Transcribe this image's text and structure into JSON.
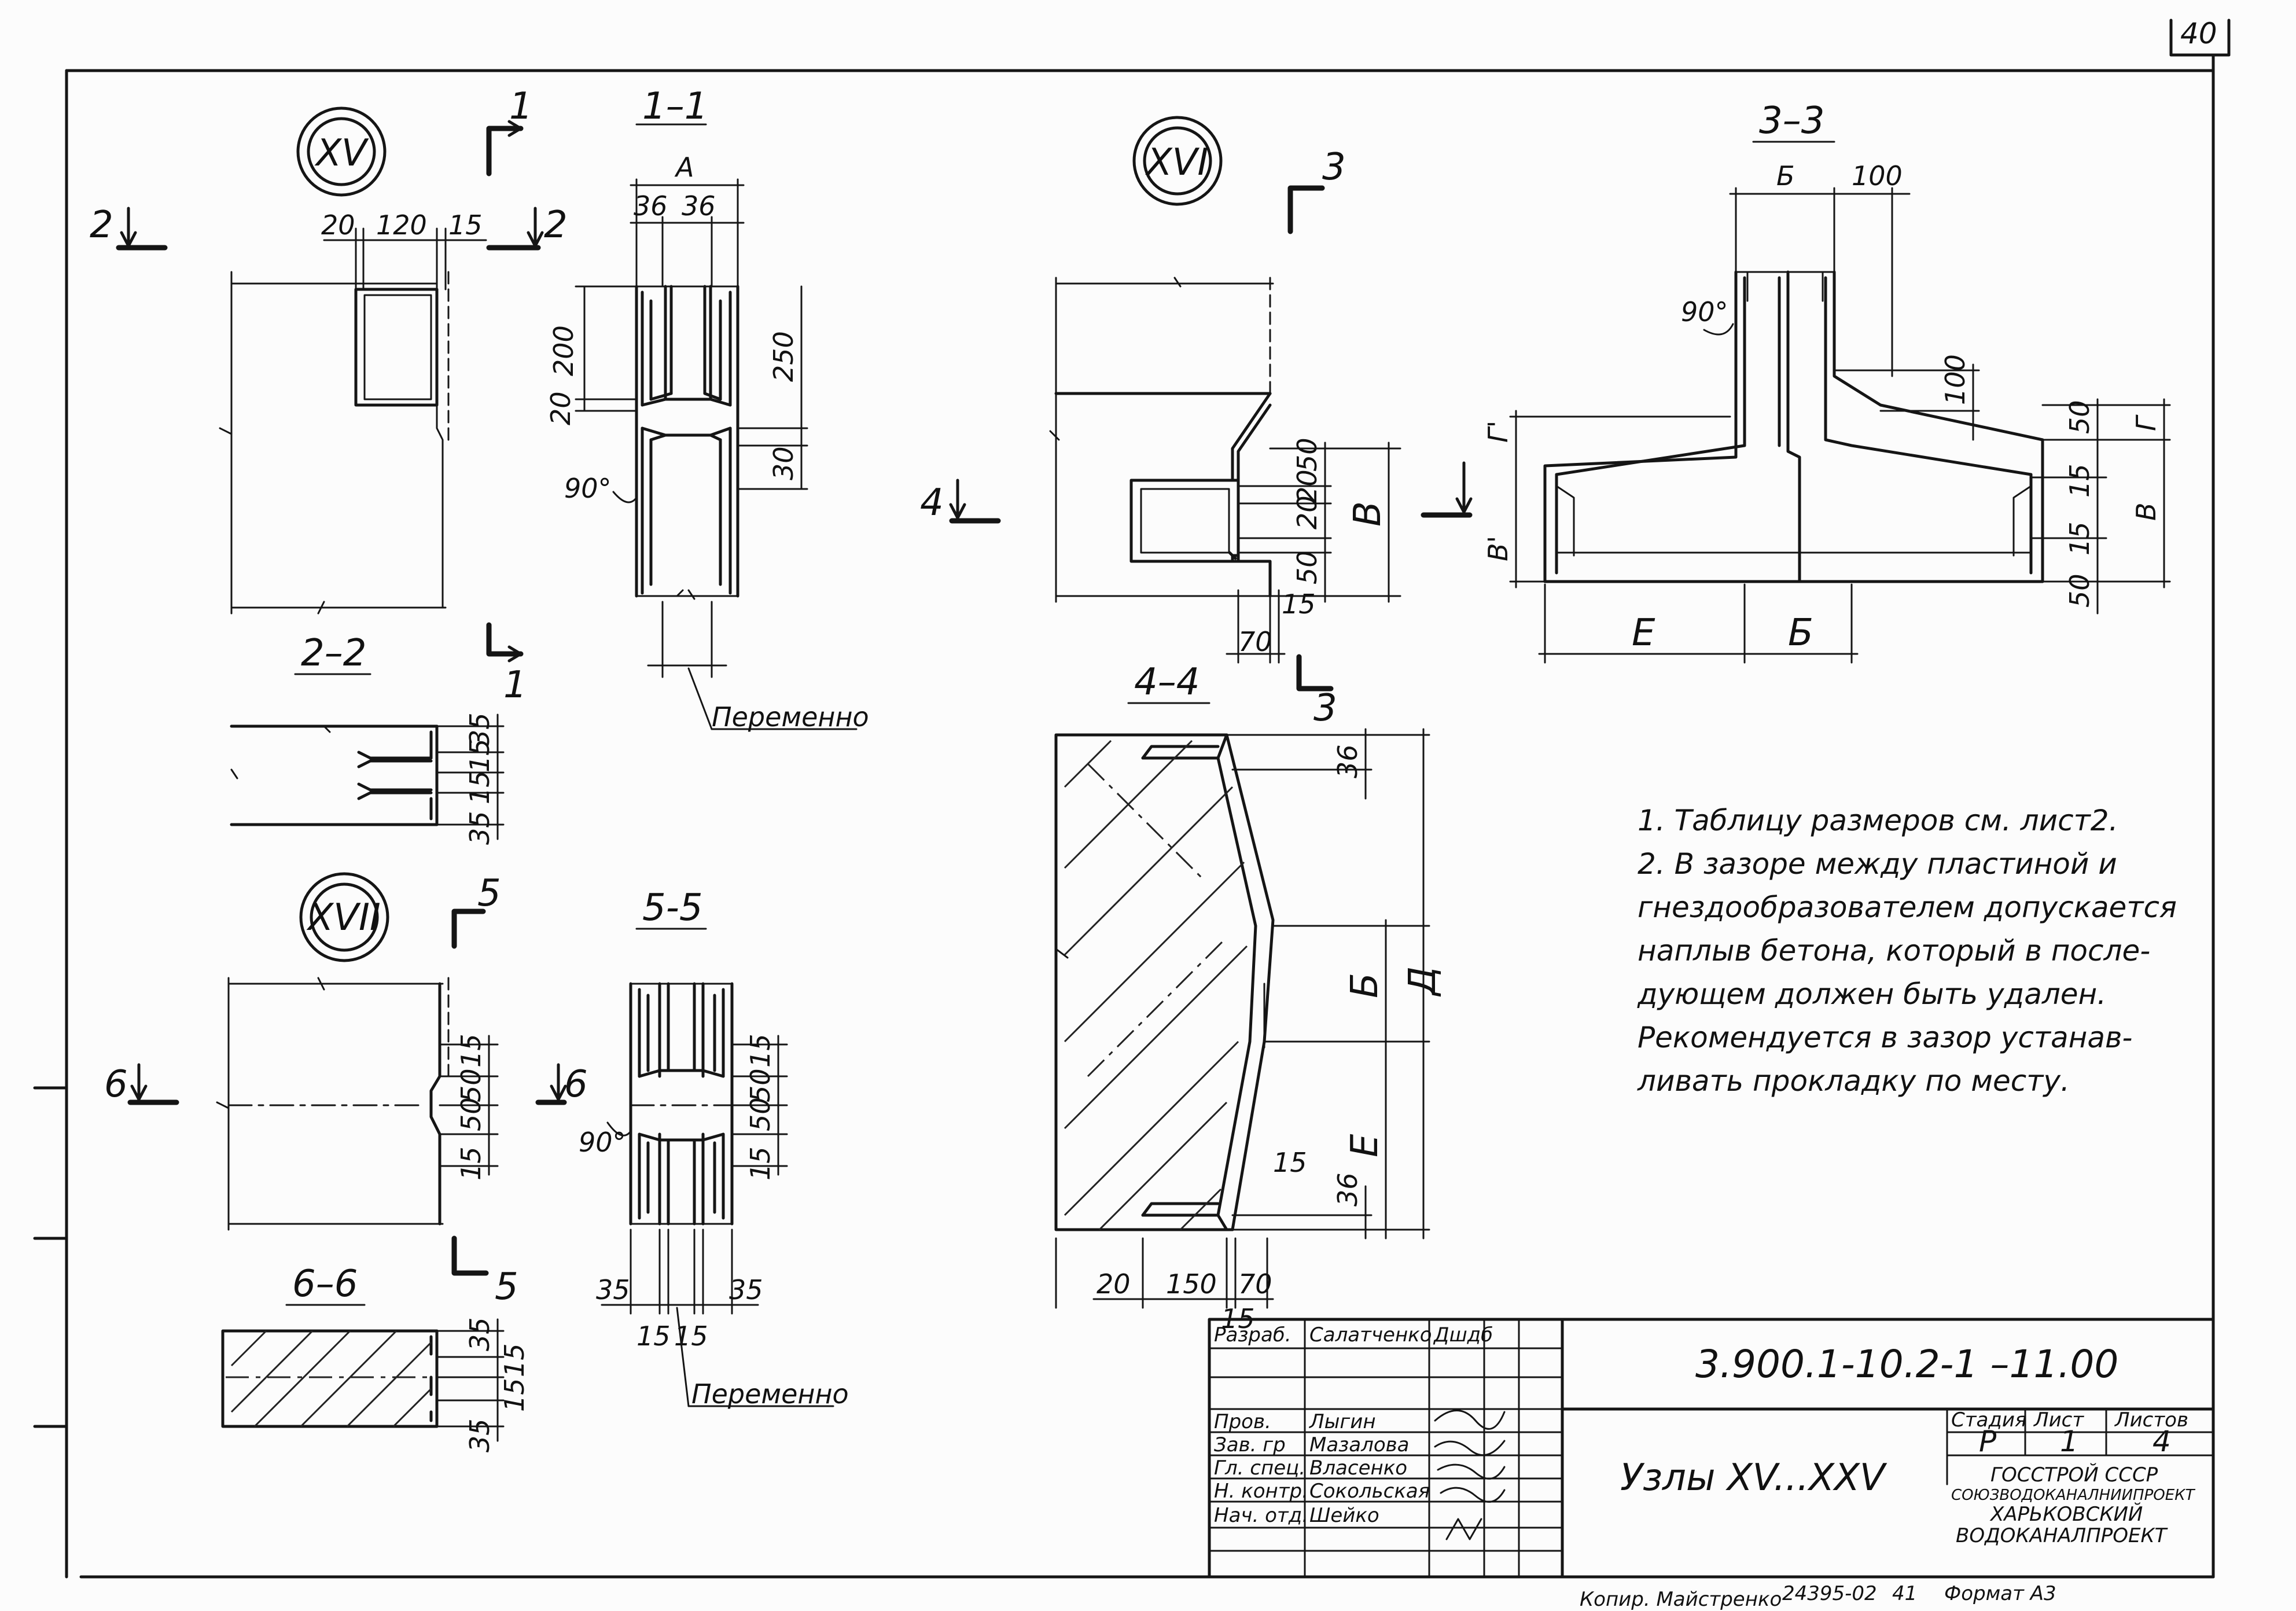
{
  "sheet_number": "40",
  "nodes": {
    "xv": "XV",
    "xvi": "XVI",
    "xvii": "XVII"
  },
  "sections": {
    "s11": "1–1",
    "s22": "2–2",
    "s33": "3–3",
    "s44": "4–4",
    "s55": "5-5",
    "s66": "6–6",
    "marks": [
      "1",
      "2",
      "3",
      "4",
      "5",
      "6"
    ]
  },
  "dimensions": {
    "xv_plan": [
      "20",
      "120",
      "15"
    ],
    "s11": [
      "A",
      "36",
      "36",
      "200",
      "20",
      "250",
      "30",
      "90°"
    ],
    "s22": [
      "35",
      "15",
      "15",
      "35"
    ],
    "xvi_plan": [
      "50",
      "20",
      "20",
      "50",
      "В",
      "15",
      "70"
    ],
    "s33": [
      "Б",
      "100",
      "90°",
      "100",
      "Г'",
      "В'",
      "50",
      "Г",
      "15",
      "В",
      "15",
      "50",
      "Е",
      "Б"
    ],
    "s44": [
      "36",
      "Б",
      "Д",
      "Е",
      "15",
      "36",
      "20",
      "150",
      "70",
      "15"
    ],
    "xvii_plan": [
      "15",
      "50",
      "50",
      "15"
    ],
    "s55": [
      "15",
      "50",
      "50",
      "15",
      "90°",
      "35",
      "35",
      "15",
      "15"
    ],
    "s66": [
      "35",
      "15",
      "15",
      "35"
    ]
  },
  "leaders": {
    "alternately": "Переменно"
  },
  "notes": [
    "1. Таблицу размеров см. лист2.",
    "2. В зазоре между пластиной и",
    "гнездообразователем допускается",
    "наплыв бетона, который в после-",
    "дующем должен быть удален.",
    "Рекомендуется в зазор устанав-",
    "ливать прокладку по месту."
  ],
  "title_block": {
    "doc_code": "3.900.1-10.2-1 –11.00",
    "title": "Узлы XV...XXV",
    "rows": [
      {
        "role": "Разраб.",
        "name": "Салатченко",
        "sign": "Дшдб"
      },
      {
        "role": "Пров.",
        "name": "Лыгин",
        "sign": ""
      },
      {
        "role": "Зав. гр",
        "name": "Мазалова",
        "sign": ""
      },
      {
        "role": "Гл. спец.",
        "name": "Власенко",
        "sign": ""
      },
      {
        "role": "Н. контр.",
        "name": "Сокольская",
        "sign": ""
      },
      {
        "role": "Нач. отд.",
        "name": "Шейко",
        "sign": ""
      }
    ],
    "stage_label": "Стадия",
    "sheet_label": "Лист",
    "sheets_label": "Листов",
    "stage": "Р",
    "sheet": "1",
    "sheets": "4",
    "org": [
      "ГОССТРОЙ СССР",
      "СОЮЗВОДОКАНАЛНИИПРОЕКТ",
      "ХАРЬКОВСКИЙ",
      "ВОДОКАНАЛПРОЕКТ"
    ]
  },
  "footer": {
    "copied": "Копир. Майстренко",
    "order": "24395-02",
    "num": "41",
    "format": "Формат А3"
  }
}
